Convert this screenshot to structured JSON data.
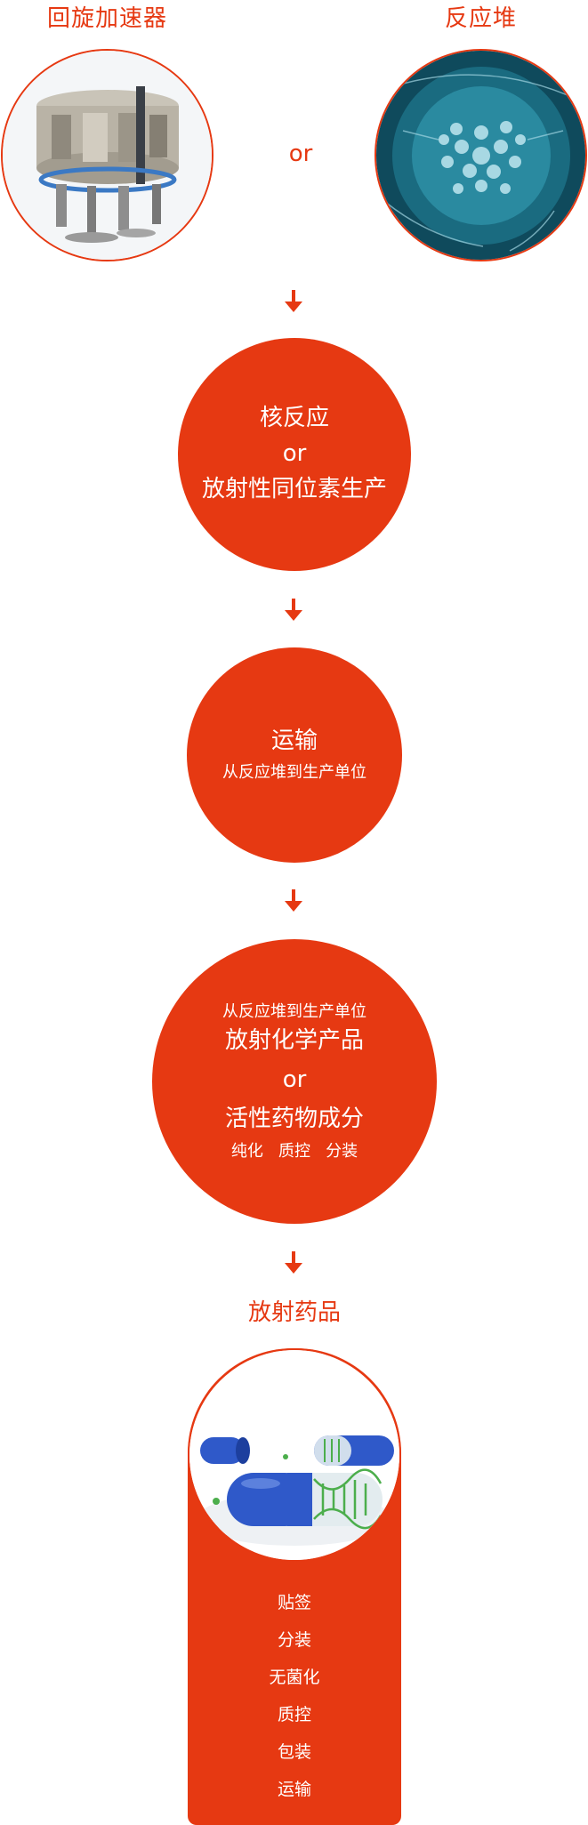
{
  "top": {
    "left_label": "回旋加速器",
    "right_label": "反应堆",
    "or_text": "or"
  },
  "icons": {
    "cyclotron": "cyclotron-machine-image",
    "reactor": "reactor-core-image",
    "arrow": "down-arrow-icon",
    "capsule": "capsule-image"
  },
  "stage1": {
    "line1": "核反应",
    "or_text": "or",
    "line2": "放射性同位素生产"
  },
  "stage2": {
    "title": "运输",
    "subtitle": "从反应堆到生产单位"
  },
  "stage3": {
    "subtitle": "从反应堆到生产单位",
    "line1": "放射化学产品",
    "or_text": "or",
    "line2": "活性药物成分",
    "steps": "纯化   质控   分装"
  },
  "final": {
    "title": "放射药品",
    "steps": [
      "贴签",
      "分装",
      "无菌化",
      "质控",
      "包装",
      "运输"
    ]
  },
  "colors": {
    "accent": "#e63912",
    "white": "#ffffff"
  }
}
